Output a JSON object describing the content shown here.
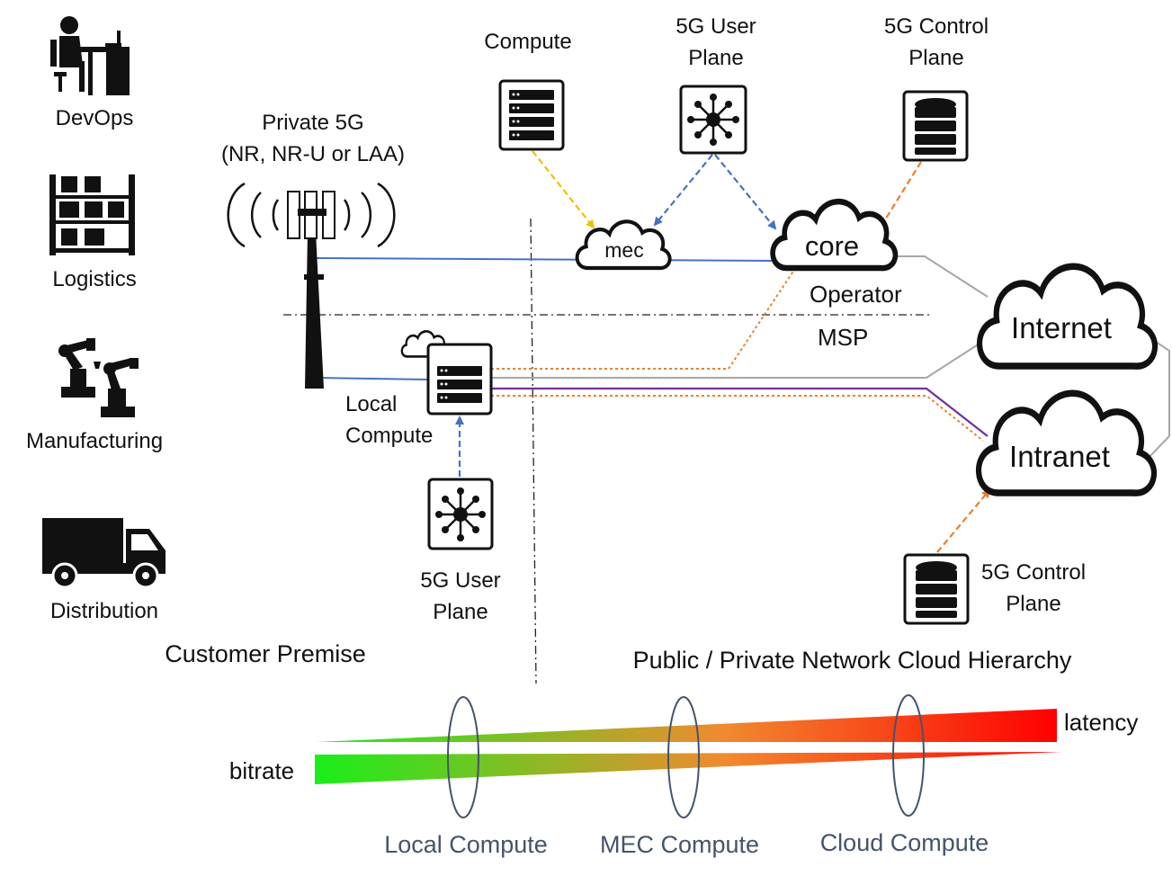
{
  "industries": [
    {
      "label": "DevOps",
      "icon": "worker-at-desk-icon"
    },
    {
      "label": "Logistics",
      "icon": "warehouse-shelves-icon"
    },
    {
      "label": "Manufacturing",
      "icon": "robot-arms-icon"
    },
    {
      "label": "Distribution",
      "icon": "delivery-truck-icon"
    }
  ],
  "radio": {
    "line1": "Private 5G",
    "line2": "(NR, NR-U or LAA)"
  },
  "top_nodes": {
    "compute": "Compute",
    "user_plane": {
      "line1": "5G User",
      "line2": "Plane"
    },
    "control_plane": {
      "line1": "5G Control",
      "line2": "Plane"
    }
  },
  "clouds": {
    "mec": "mec",
    "core": "core",
    "internet": "Internet",
    "intranet": "Intranet"
  },
  "zones": {
    "operator": "Operator",
    "msp": "MSP",
    "customer_premise": "Customer Premise",
    "public_private": "Public / Private Network Cloud Hierarchy"
  },
  "local": {
    "compute": {
      "line1": "Local",
      "line2": "Compute"
    },
    "user_plane": {
      "line1": "5G User",
      "line2": "Plane"
    }
  },
  "bottom_control_plane": {
    "line1": "5G Control",
    "line2": "Plane"
  },
  "gradient": {
    "latency_label": "latency",
    "bitrate_label": "bitrate",
    "start_color": "#1aee1a",
    "mid_color": "#f08a30",
    "end_color": "#ff0000",
    "tiers": [
      "Local Compute",
      "MEC Compute",
      "Cloud Compute"
    ]
  },
  "colors": {
    "radio_link": "#4472c4",
    "user_plane_arrow": "#4472c4",
    "compute_arrow": "#f0c000",
    "control_arrow": "#ed7d31",
    "internet_link": "#a6a6a6",
    "intranet_link": "#7030a0",
    "tier_label": "#44546a"
  }
}
